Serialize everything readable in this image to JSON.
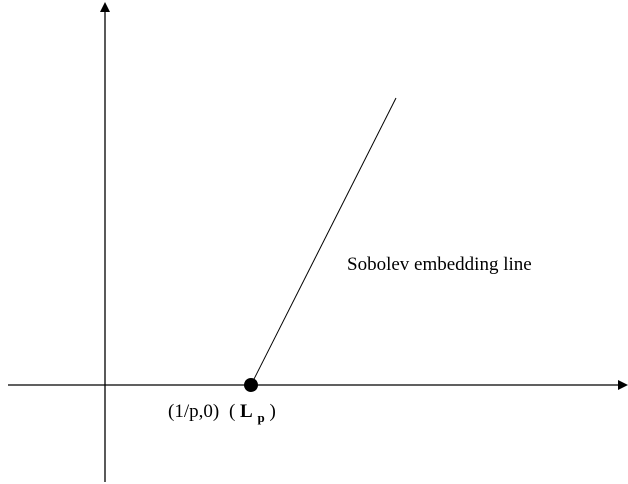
{
  "diagram": {
    "line_label": "Sobolev embedding line",
    "point_label": {
      "coord": "(1/p,0)",
      "open_paren": "(",
      "space_letter": "L",
      "subscript": "p",
      "close_paren": ")"
    },
    "colors": {
      "stroke": "#000000",
      "background": "#ffffff"
    }
  }
}
